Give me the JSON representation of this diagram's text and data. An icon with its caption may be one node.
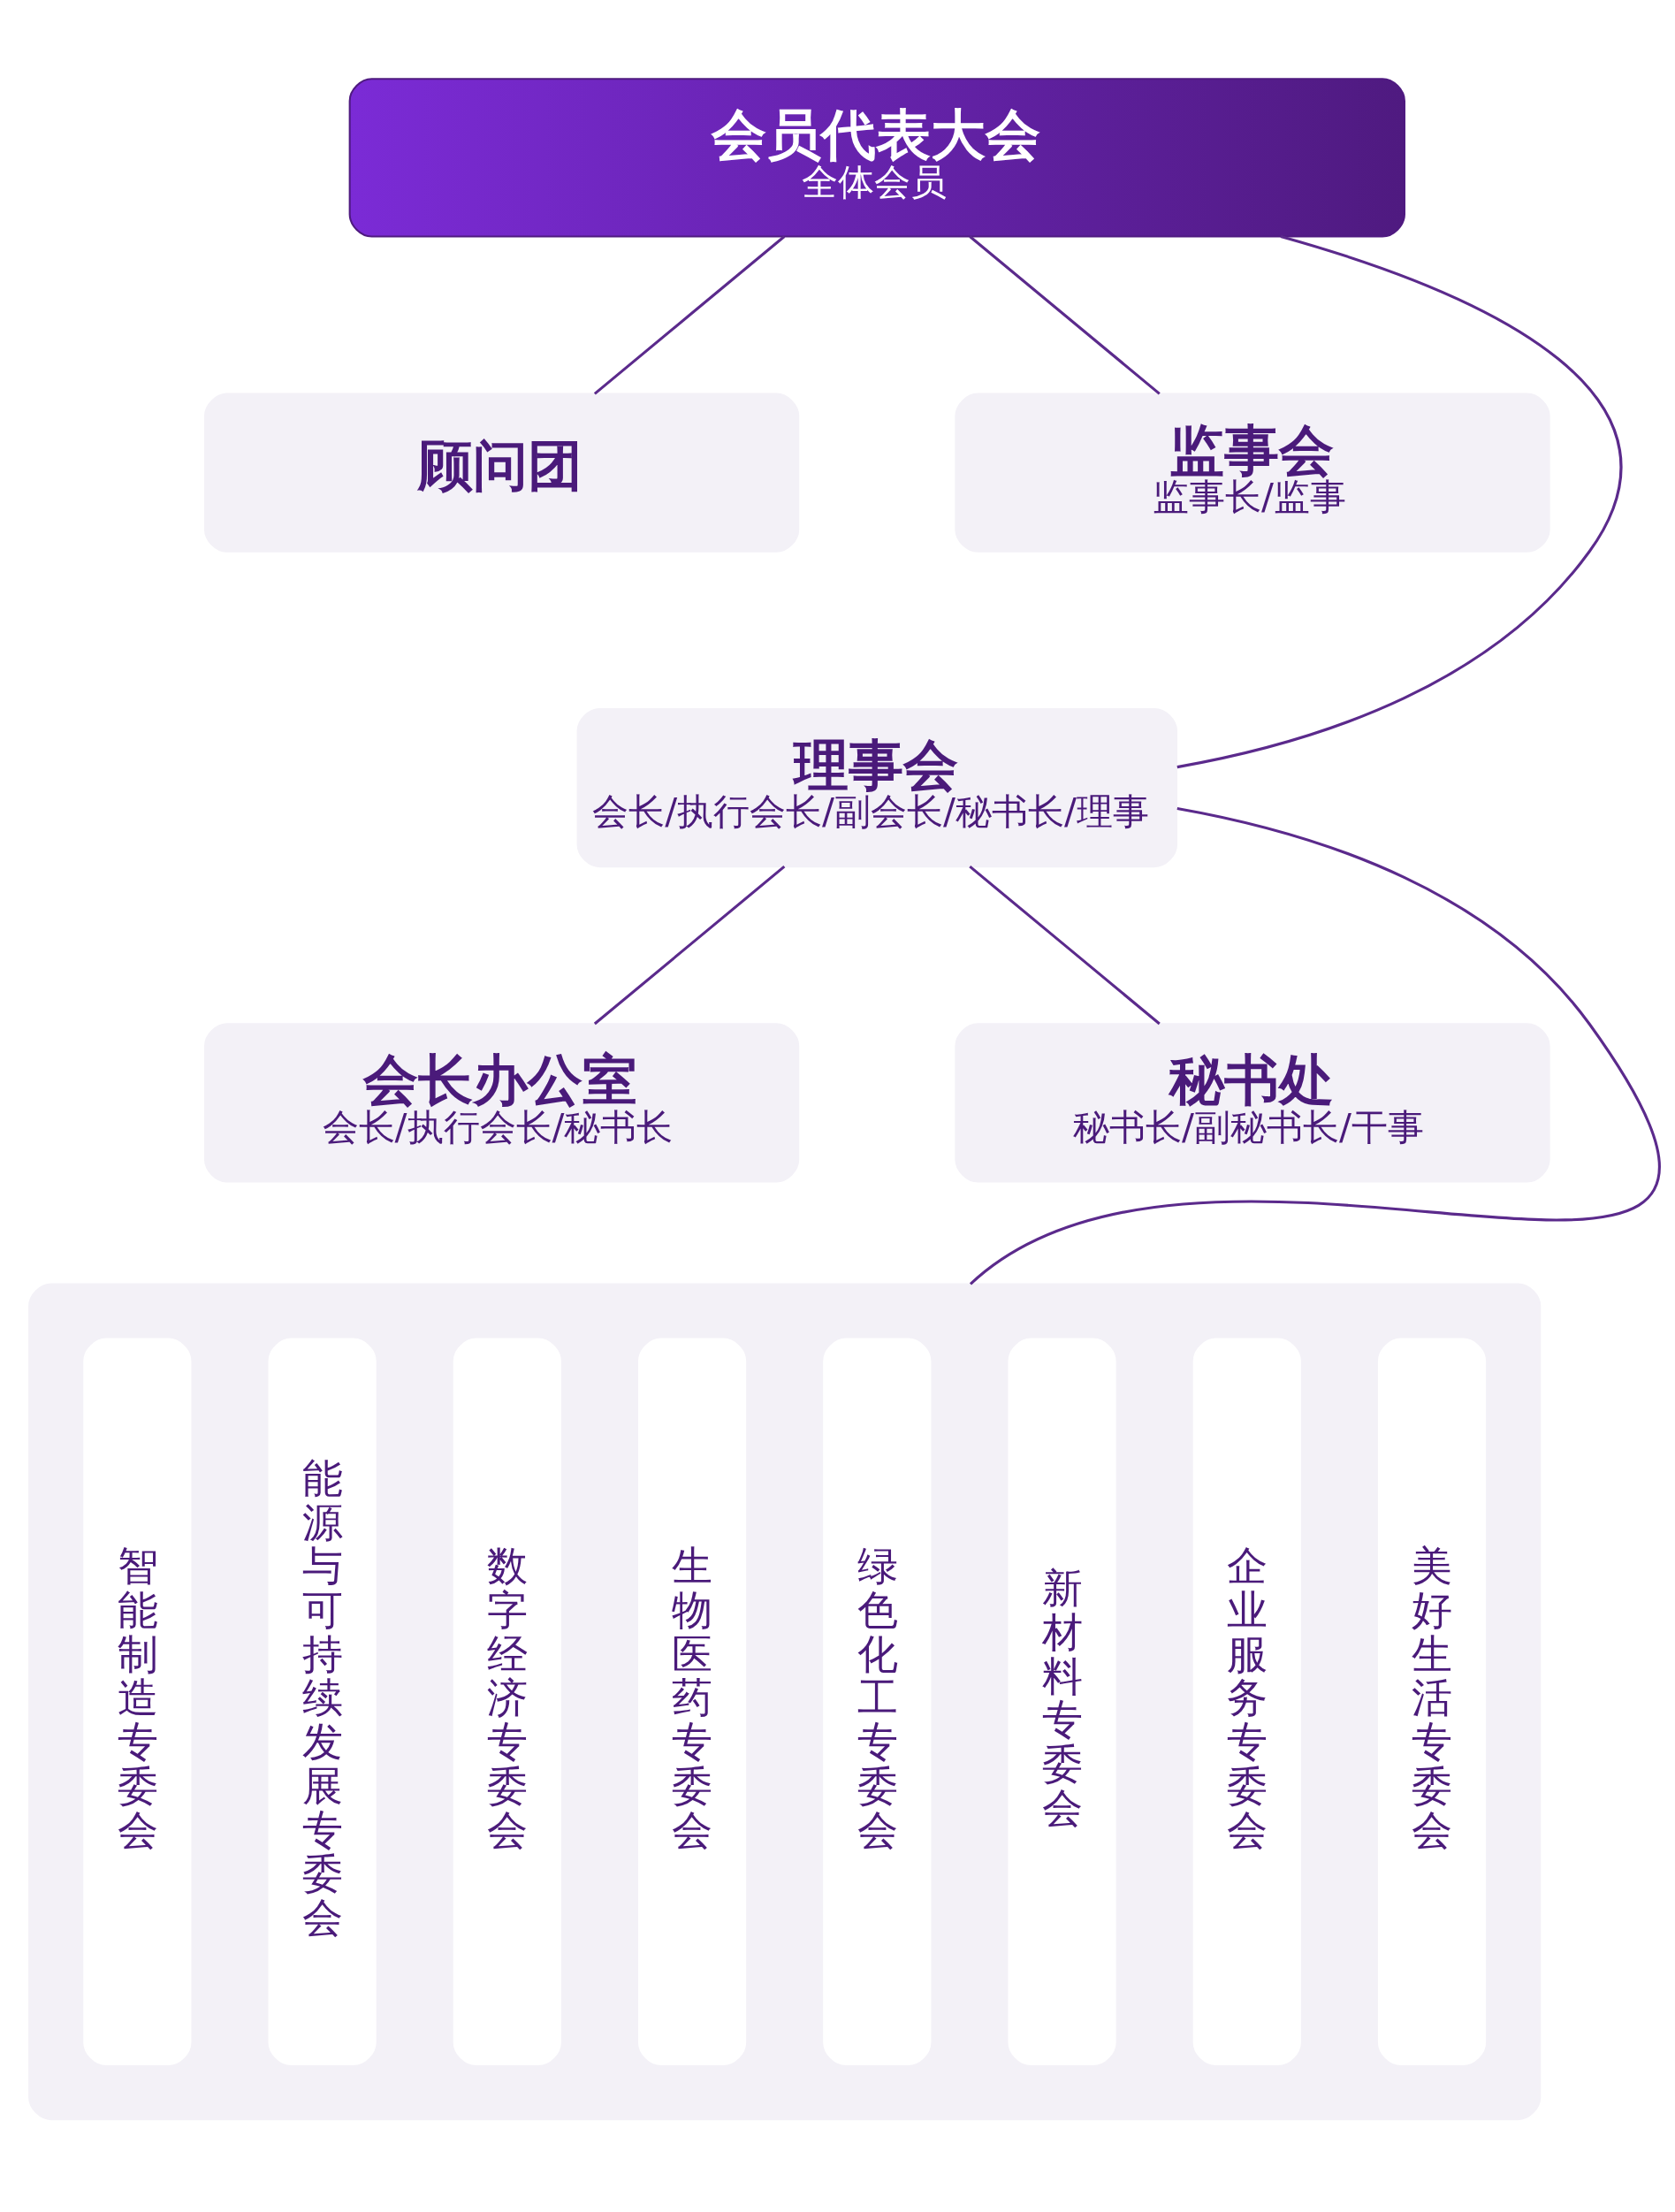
{
  "diagram": {
    "nodes": [
      {
        "text": [
          "会员代表大会",
          "全体会员"
        ]
      },
      {
        "text": [
          "顾问团"
        ]
      },
      {
        "text": [
          "监事会",
          "监事长/监事"
        ]
      },
      {
        "text": [
          "理事会",
          "会长/执行会长/副会长/秘书长/理事"
        ]
      },
      {
        "text": [
          "会长办公室",
          "会长/执行会长/秘书长"
        ]
      },
      {
        "text": [
          "秘书处",
          "秘书长/副秘书长/干事"
        ]
      },
      {
        "text": [],
        "shape": "box"
      },
      {
        "text": [
          "智能制造专委会"
        ],
        "in": 6
      },
      {
        "text": [
          "能源与可持续发展专委会"
        ],
        "in": 6
      },
      {
        "text": [
          "数字经济专委会"
        ],
        "in": 6
      },
      {
        "text": [
          "生物医药专委会"
        ],
        "in": 6
      },
      {
        "text": [
          "绿色化工专委会"
        ],
        "in": 6
      },
      {
        "text": [
          "新材料专委会"
        ],
        "in": 6
      },
      {
        "text": [
          "企业服务专委会"
        ],
        "in": 6
      },
      {
        "text": [
          "美好生活专委会"
        ],
        "in": 6
      }
    ],
    "edges": [
      {
        "from": 0,
        "to": 1,
        "arrow": "none"
      },
      {
        "from": 0,
        "to": 2,
        "arrow": "none"
      },
      {
        "from": 0,
        "to": 3,
        "arrow": "none"
      },
      {
        "from": 3,
        "to": 4,
        "arrow": "none"
      },
      {
        "from": 3,
        "to": 5,
        "arrow": "none"
      },
      {
        "from": 3,
        "to": 6,
        "arrow": "none"
      }
    ]
  }
}
